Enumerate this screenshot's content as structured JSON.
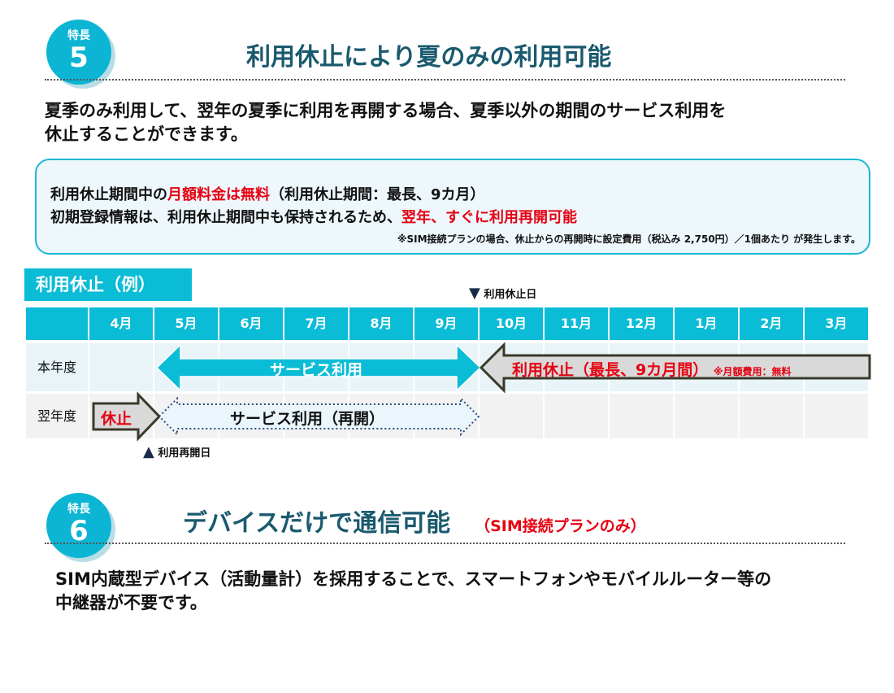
{
  "feature5": {
    "badge_label": "特長",
    "badge_number": "5",
    "title": "利用休止により夏のみの利用可能",
    "description_line1": "夏季のみ利用して、翌年の夏季に利用を再開する場合、夏季以外の期間のサービス利用を",
    "description_line2": "休止することができます。",
    "info": {
      "line1_a": "利用休止期間中の",
      "line1_red": "月額料金は無料",
      "line1_b": "（利用休止期間：最長、9カ月）",
      "line2_a": "初期登録情報は、利用休止期間中も保持されるため、",
      "line2_red": "翌年、すぐに利用再開可能",
      "note": "※SIM接続プランの場合、休止からの再開時に設定費用（税込み 2,750円）／1個あたり が発生します。"
    },
    "example": {
      "label": "利用休止（例）",
      "suspend_date": "利用休止日",
      "resume_date": "利用再開日",
      "months": [
        "4月",
        "5月",
        "6月",
        "7月",
        "8月",
        "9月",
        "10月",
        "11月",
        "12月",
        "1月",
        "2月",
        "3月"
      ],
      "rows": [
        "本年度",
        "翌年度"
      ],
      "service_use": "サービス利用",
      "suspend_long": "利用休止（最長、9カ月間）",
      "suspend_note": "※月額費用：無料",
      "suspend_short": "休止",
      "service_resume": "サービス利用（再開）"
    }
  },
  "feature6": {
    "badge_label": "特長",
    "badge_number": "6",
    "title": "デバイスだけで通信可能",
    "subtitle": "（SIM接続プランのみ）",
    "description_line1": "SIM内蔵型デバイス（活動量計）を採用することで、スマートフォンやモバイルルーター等の",
    "description_line2": "中継器が不要です。"
  },
  "colors": {
    "accent": "#0bbcd6",
    "red": "#e60012",
    "title": "#1a5a6e"
  }
}
